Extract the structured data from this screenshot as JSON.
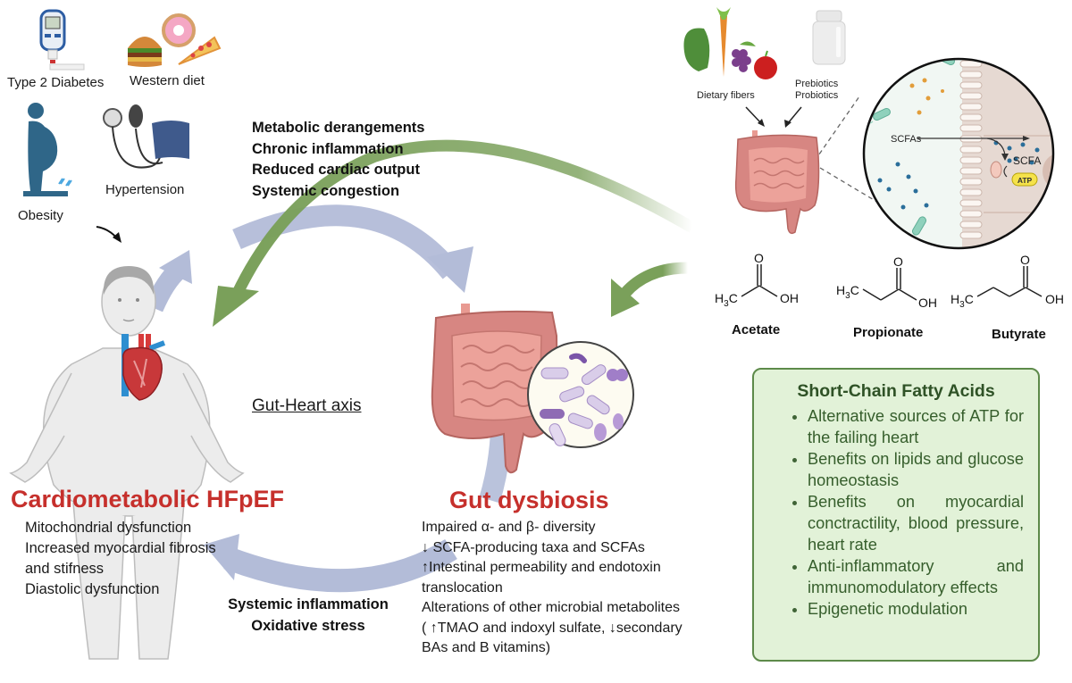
{
  "risk_factors": {
    "diabetes": {
      "label": "Type 2 Diabetes",
      "icon": "glucometer-icon"
    },
    "diet": {
      "label": "Western diet",
      "icon": "junk-food-icon"
    },
    "obesity": {
      "label": "Obesity",
      "icon": "obese-person-scale-icon"
    },
    "hypertension": {
      "label": "Hypertension",
      "icon": "blood-pressure-cuff-icon"
    }
  },
  "top_effects": [
    "Metabolic derangements",
    "Chronic inflammation",
    "Reduced cardiac output",
    "Systemic congestion"
  ],
  "axis_label": "Gut-Heart axis",
  "hfpef": {
    "title": "Cardiometabolic HFpEF",
    "items": [
      "Mitochondrial dysfunction",
      "Increased myocardial fibrosis",
      "and stifness",
      "Diastolic dysfunction"
    ]
  },
  "bottom_effects": [
    "Systemic inflammation",
    "Oxidative stress"
  ],
  "dysbiosis": {
    "title": "Gut dysbiosis",
    "items": [
      "Impaired α- and β- diversity",
      "↓ SCFA-producing taxa and SCFAs",
      "↑Intestinal permeability and endotoxin",
      "translocation",
      "Alterations of other microbial metabolites",
      "( ↑TMAO and indoxyl sulfate, ↓secondary",
      "BAs and B vitamins)"
    ]
  },
  "interventions": {
    "fibers": "Dietary fibers",
    "biotics_line1": "Prebiotics",
    "biotics_line2": "Probiotics"
  },
  "inset": {
    "scfas_label": "SCFAs",
    "scfa_label": "SCFA",
    "atp_label": "ATP"
  },
  "molecules": [
    {
      "name": "Acetate",
      "left": "H3C",
      "right": "OH",
      "top": "O"
    },
    {
      "name": "Propionate",
      "left": "H3C",
      "right": "OH",
      "top": "O"
    },
    {
      "name": "Butyrate",
      "left": "H3C",
      "right": "OH",
      "top": "O"
    }
  ],
  "scfa_box": {
    "title": "Short-Chain Fatty Acids",
    "items": [
      "Alternative sources of ATP for the failing heart",
      "Benefits on lipids and glucose homeostasis",
      "Benefits on myocardial conctractility, blood pressure, heart rate",
      "Anti-inflammatory and immunomodulatory effects",
      "Epigenetic modulation"
    ]
  },
  "colors": {
    "title_red": "#c6302c",
    "cycle_arrow_blue": "#b3bcd8",
    "green_arrow": "#7aa05a",
    "scfa_box_bg": "#e2f2d8",
    "scfa_box_border": "#5d8a4a",
    "gut_pink": "#d98a85"
  }
}
